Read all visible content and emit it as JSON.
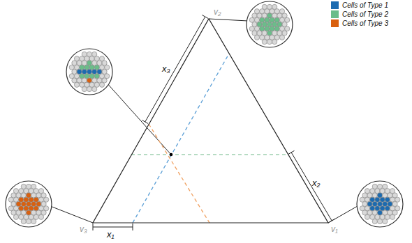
{
  "diagram": {
    "labels": [
      "v₂",
      "x₃",
      "x₂",
      "v₃",
      "x₁",
      "v₁"
    ],
    "legend": [
      {
        "text": "Cells of Type 1",
        "color": "#1c6bb0"
      },
      {
        "text": "Cells of Type 2",
        "color": "#6bbd8a"
      },
      {
        "text": "Cells of Type 3",
        "color": "#d9600f"
      }
    ]
  }
}
